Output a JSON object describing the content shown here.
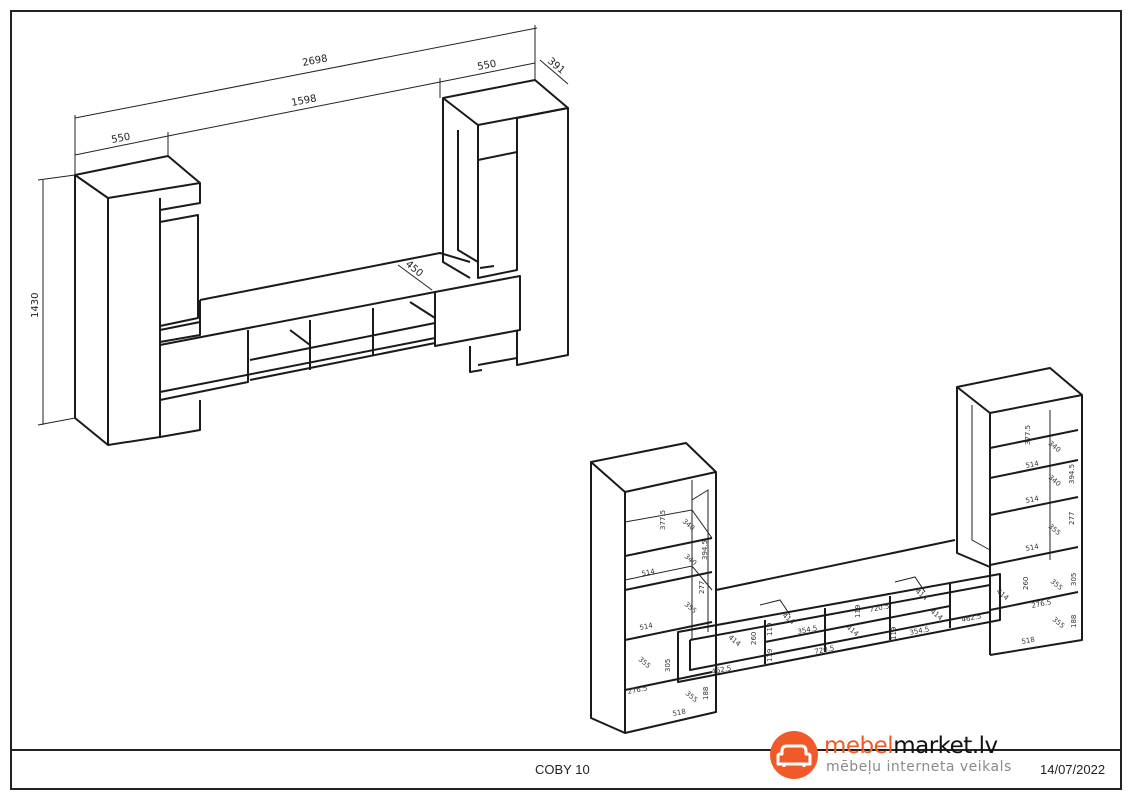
{
  "title_block": {
    "product_name": "COBY 10",
    "date": "14/07/2022"
  },
  "logo": {
    "name_part1": "mebel",
    "name_part2": "market.lv",
    "tagline": "mēbeļu interneta veikals",
    "accent": "#f05a28",
    "icon": "sofa-icon"
  },
  "overall_dimensions": {
    "total_width": "2698",
    "left_width": "550",
    "middle_width": "1598",
    "right_width": "550",
    "depth": "391",
    "height": "1430",
    "tv_depth": "450"
  },
  "interior_dimensions": {
    "left": [
      "377.5",
      "340",
      "340",
      "394.5",
      "514",
      "277",
      "355",
      "514",
      "305",
      "355",
      "276.5",
      "355",
      "188",
      "518"
    ],
    "tv": [
      "414",
      "260",
      "462.5",
      "119",
      "119",
      "414",
      "354.5",
      "720.5",
      "119",
      "414",
      "720.5",
      "119",
      "354.5",
      "414",
      "414",
      "462.5",
      "414",
      "260"
    ],
    "right_lower": [
      "276.5",
      "355",
      "305",
      "355",
      "188",
      "518"
    ],
    "right_upper": [
      "377.5",
      "340",
      "514",
      "340",
      "394.5",
      "514",
      "277",
      "355",
      "514"
    ]
  }
}
